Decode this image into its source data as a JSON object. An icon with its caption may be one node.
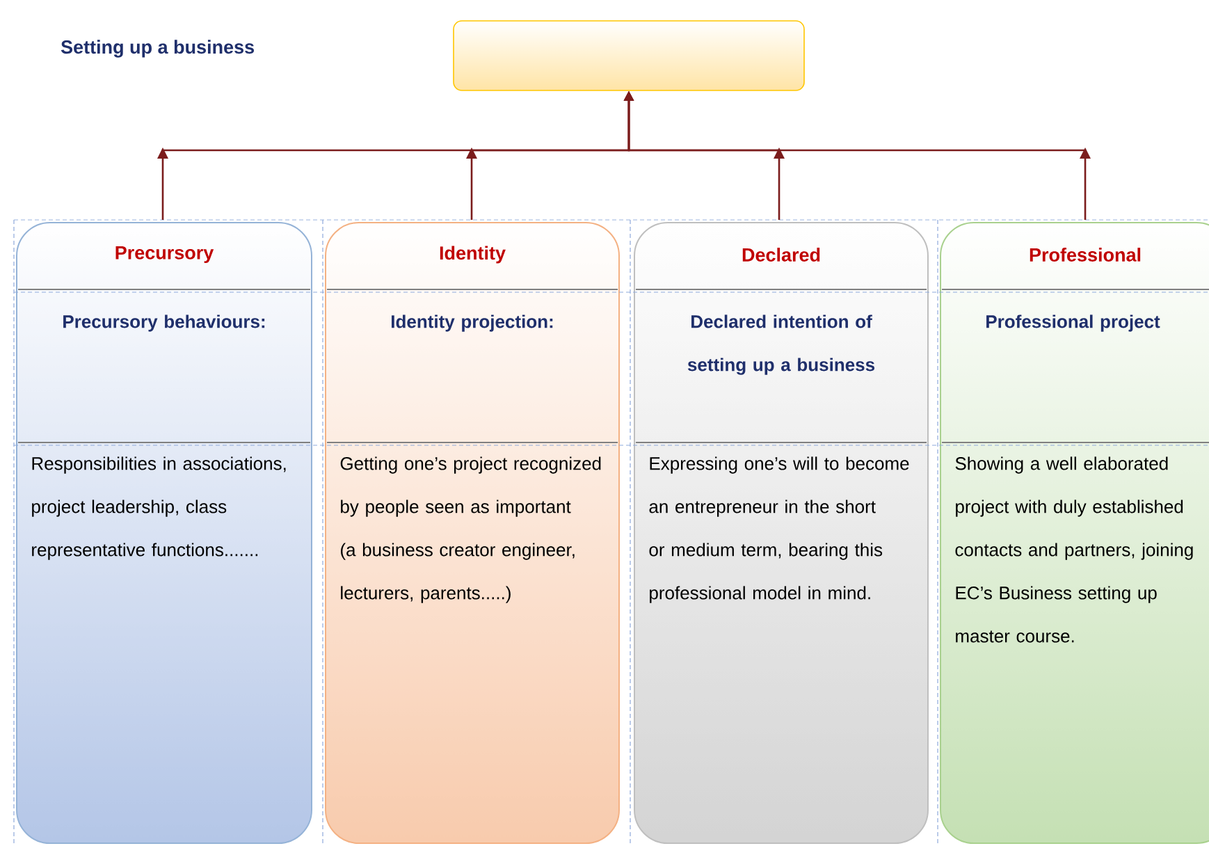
{
  "diagram": {
    "nodes": [
      {
        "text": [],
        "shape": "box"
      },
      {
        "text": [
          "Precursory",
          "Precursory behaviours:",
          "Responsibilities in associations, project leadership, class representative functions......."
        ]
      },
      {
        "text": [
          "Identity",
          "Identity projection:",
          "Getting one’s project recognized by people seen as important (a business creator engineer, lecturers, parents.....)"
        ]
      },
      {
        "text": [
          "Declared",
          "Declared intention of setting up a business",
          "Expressing one’s will to become an entrepreneur in the short or medium term, bearing this professional model in mind."
        ]
      },
      {
        "text": [
          "Professional",
          "Professional project",
          "Showing a well elaborated project with duly established contacts and partners, joining EC’s Business setting up master course."
        ]
      }
    ],
    "edges": [
      {
        "from": 1,
        "to": 0,
        "arrow": "to"
      },
      {
        "from": 2,
        "to": 0,
        "arrow": "to"
      },
      {
        "from": 3,
        "to": 0,
        "arrow": "to"
      },
      {
        "from": 4,
        "to": 0,
        "arrow": "to"
      }
    ],
    "labels": [
      "Setting up a business"
    ]
  }
}
